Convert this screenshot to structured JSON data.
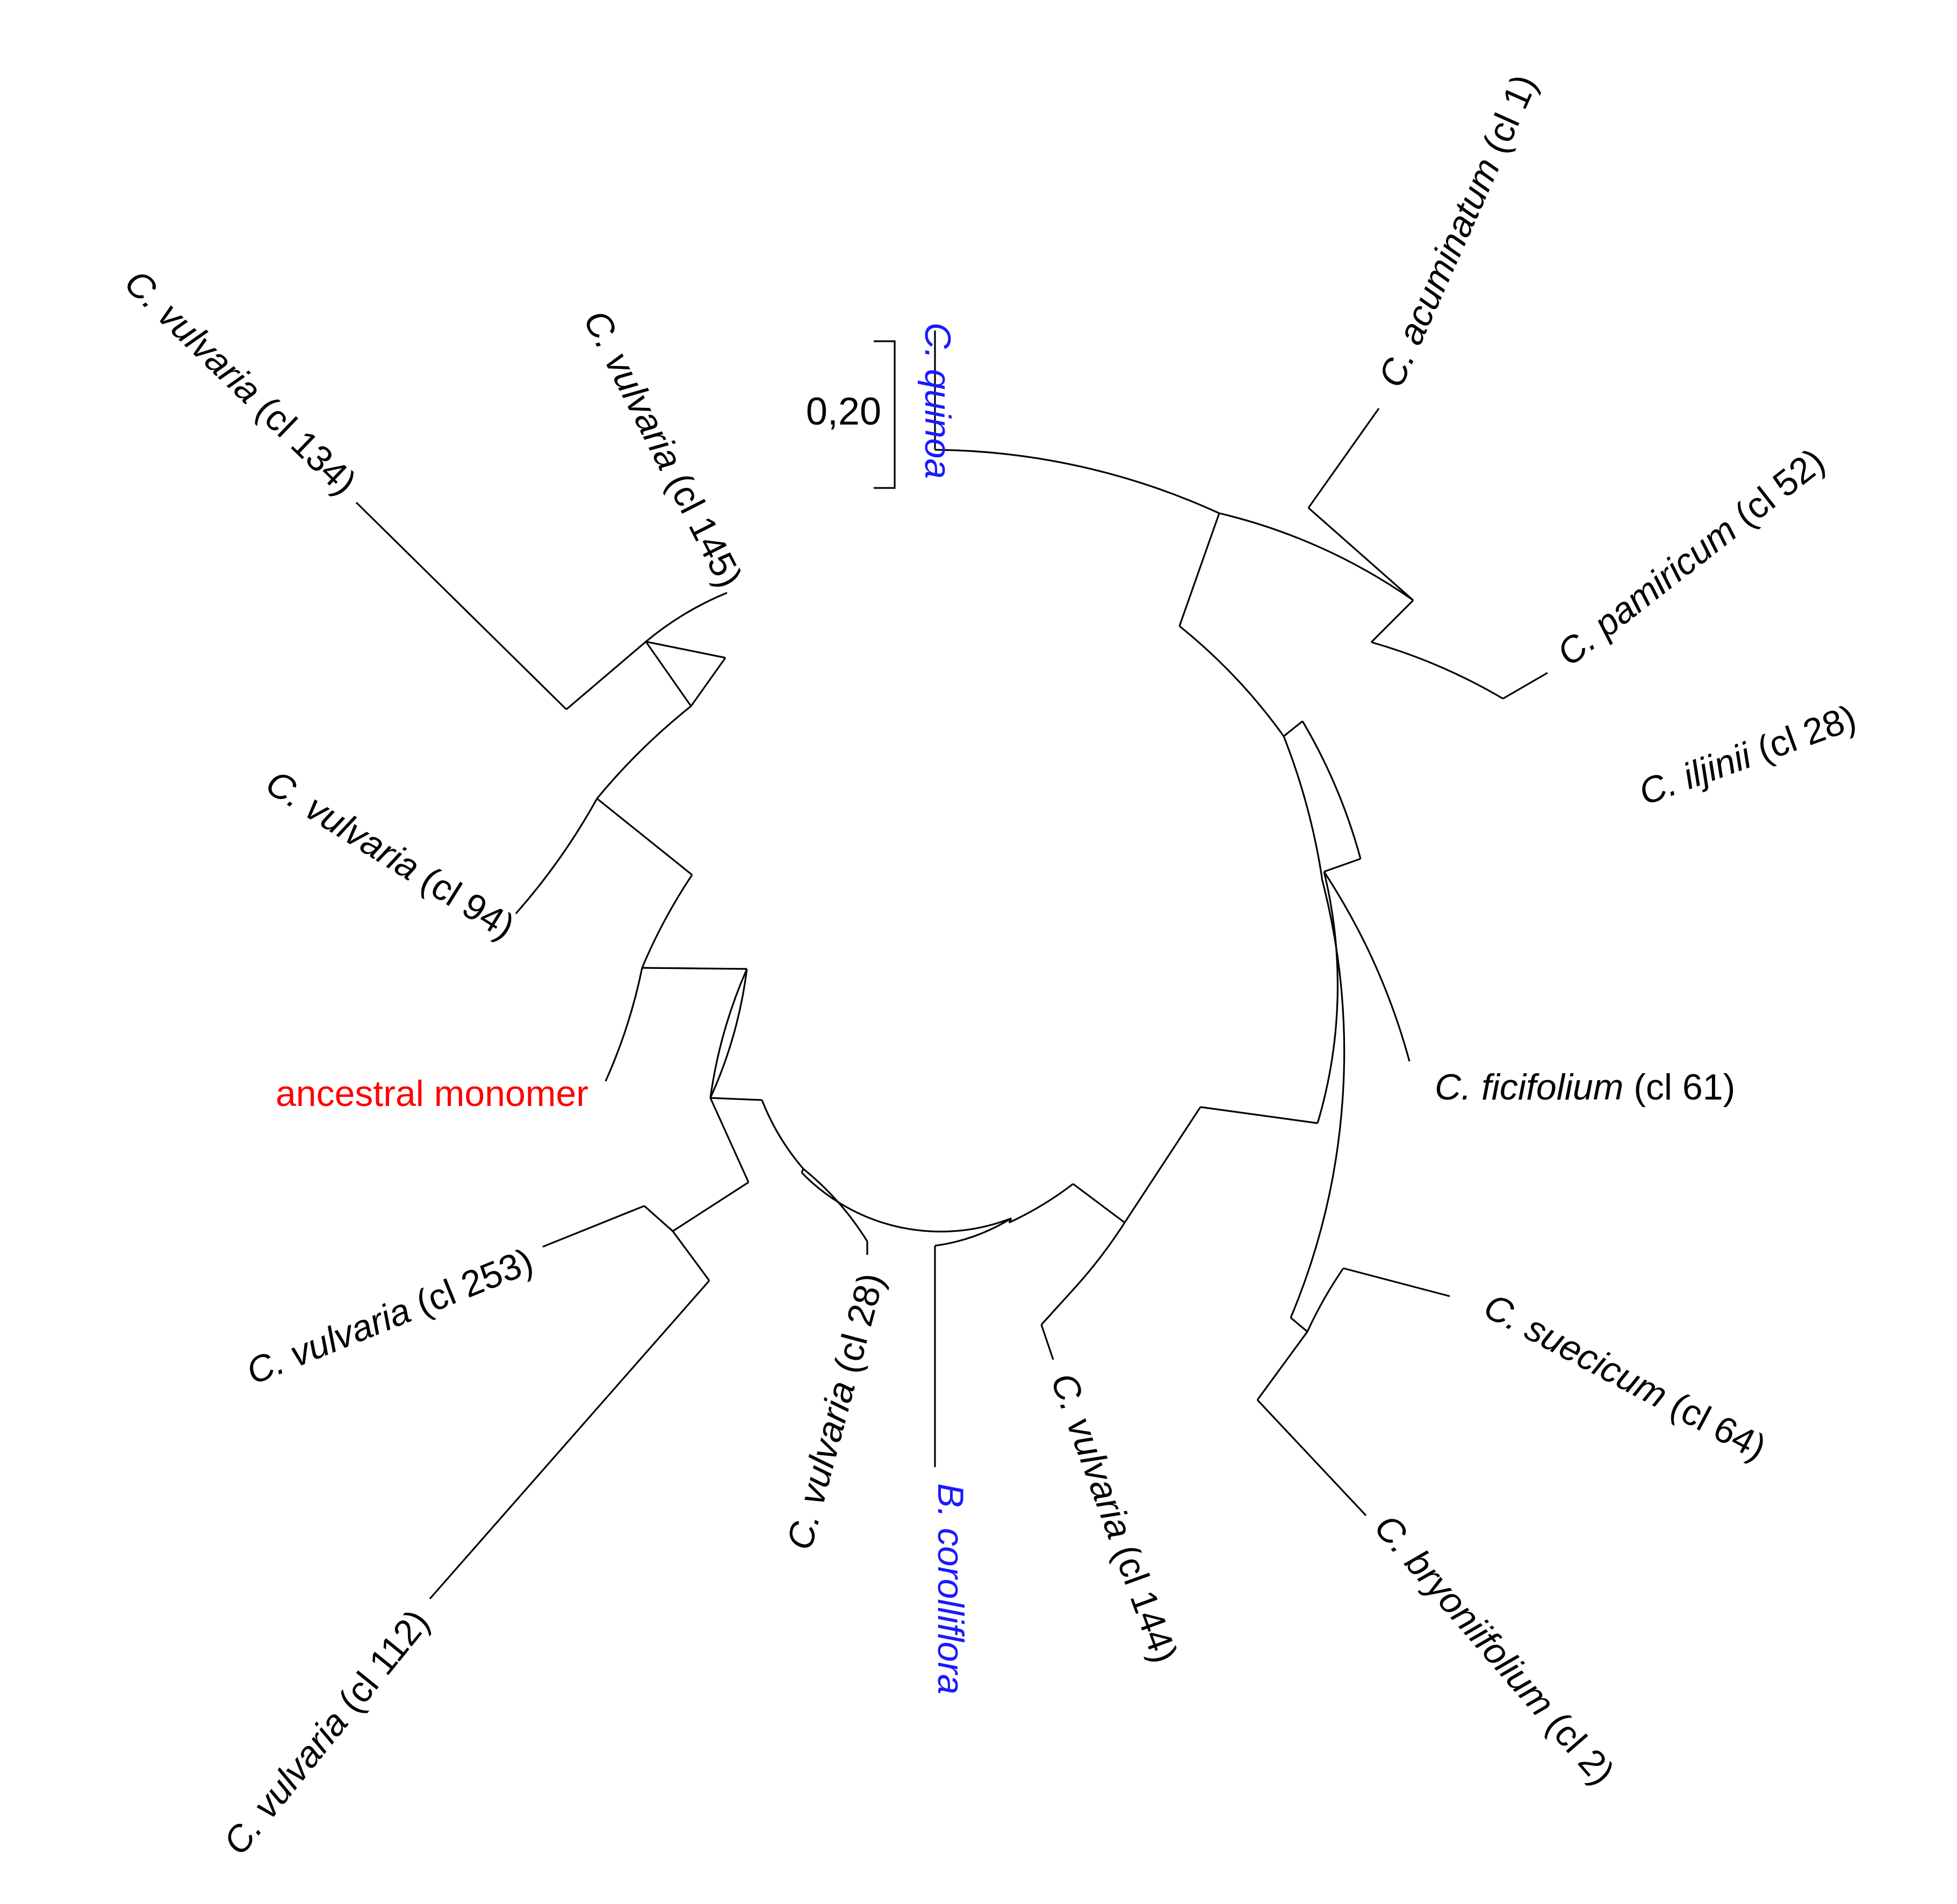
{
  "scale_bar": {
    "label": "0,20"
  },
  "colors": {
    "branch": "#000000",
    "default_label": "#000000",
    "reference_species": "#1a1aff",
    "ancestral": "#ff0000"
  },
  "tips": [
    {
      "id": "c-quinoa",
      "italic": "C. quinoa",
      "rest": "",
      "color": "reference_species"
    },
    {
      "id": "c-acuminatum-cl1",
      "italic": "C. acuminatum",
      "rest": " (cl 1)",
      "color": "default_label"
    },
    {
      "id": "c-pamiricum-cl52",
      "italic": "C. pamiricum",
      "rest": " (cl 52)",
      "color": "default_label"
    },
    {
      "id": "c-iljinii-cl28",
      "italic": "C. iljinii",
      "rest": " (cl 28)",
      "color": "default_label"
    },
    {
      "id": "c-ficifolium-cl61",
      "italic": "C. ficifolium",
      "rest": " (cl 61)",
      "color": "default_label"
    },
    {
      "id": "c-suecicum-cl64",
      "italic": "C. suecicum",
      "rest": " (cl 64)",
      "color": "default_label"
    },
    {
      "id": "c-bryoniifolium-cl2",
      "italic": "C. bryoniifolium",
      "rest": " (cl 2)",
      "color": "default_label"
    },
    {
      "id": "c-vulvaria-cl144",
      "italic": "C. vulvaria",
      "rest": " (cl 144)",
      "color": "default_label"
    },
    {
      "id": "b-corolliflora",
      "italic": "B. corolliflora",
      "rest": "",
      "color": "reference_species"
    },
    {
      "id": "c-vulvaria-cl28",
      "italic": "C. vulvaria",
      "rest": " (cl 28)",
      "color": "default_label"
    },
    {
      "id": "c-vulvaria-cl112",
      "italic": "C. vulvaria",
      "rest": " (cl 112)",
      "color": "default_label"
    },
    {
      "id": "c-vulvaria-cl253",
      "italic": "C. vulvaria",
      "rest": " (cl 253)",
      "color": "default_label"
    },
    {
      "id": "ancestral-monomer",
      "italic": "",
      "rest": "ancestral monomer",
      "color": "ancestral"
    },
    {
      "id": "c-vulvaria-cl94",
      "italic": "C. vulvaria",
      "rest": " (cl 94)",
      "color": "default_label"
    },
    {
      "id": "c-vulvaria-cl134",
      "italic": "C. vulvaria",
      "rest": " (cl 134)",
      "color": "default_label"
    },
    {
      "id": "c-vulvaria-cl145",
      "italic": "C. vulvaria",
      "rest": " (cl 145)",
      "color": "default_label"
    }
  ]
}
